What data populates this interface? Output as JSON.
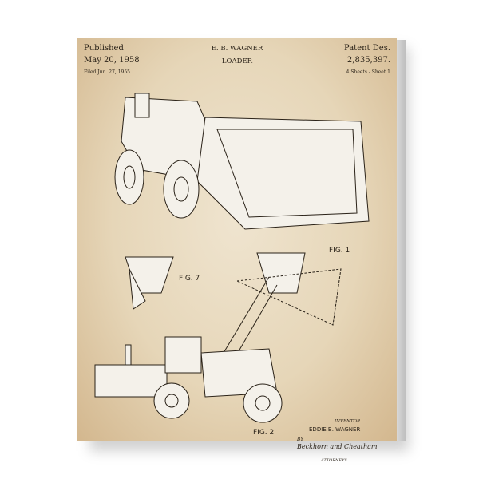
{
  "header": {
    "published_label": "Published",
    "published_date": "May 20, 1958",
    "filed": "Filed Jun. 27, 1955",
    "inventor_name": "E. B. WAGNER",
    "title": "LOADER",
    "patent_label": "Patent Des.",
    "patent_number": "2,835,397.",
    "sheets": "4 Sheets - Sheet 1"
  },
  "figures": {
    "fig1": "FIG. 1",
    "fig2": "FIG. 2",
    "fig7": "FIG. 7"
  },
  "footer": {
    "inventor_label": "INVENTOR",
    "inventor": "EDDIE B. WAGNER",
    "by": "BY",
    "signature": "Beckhorn and Cheatham",
    "attorneys": "ATTORNEYS"
  }
}
